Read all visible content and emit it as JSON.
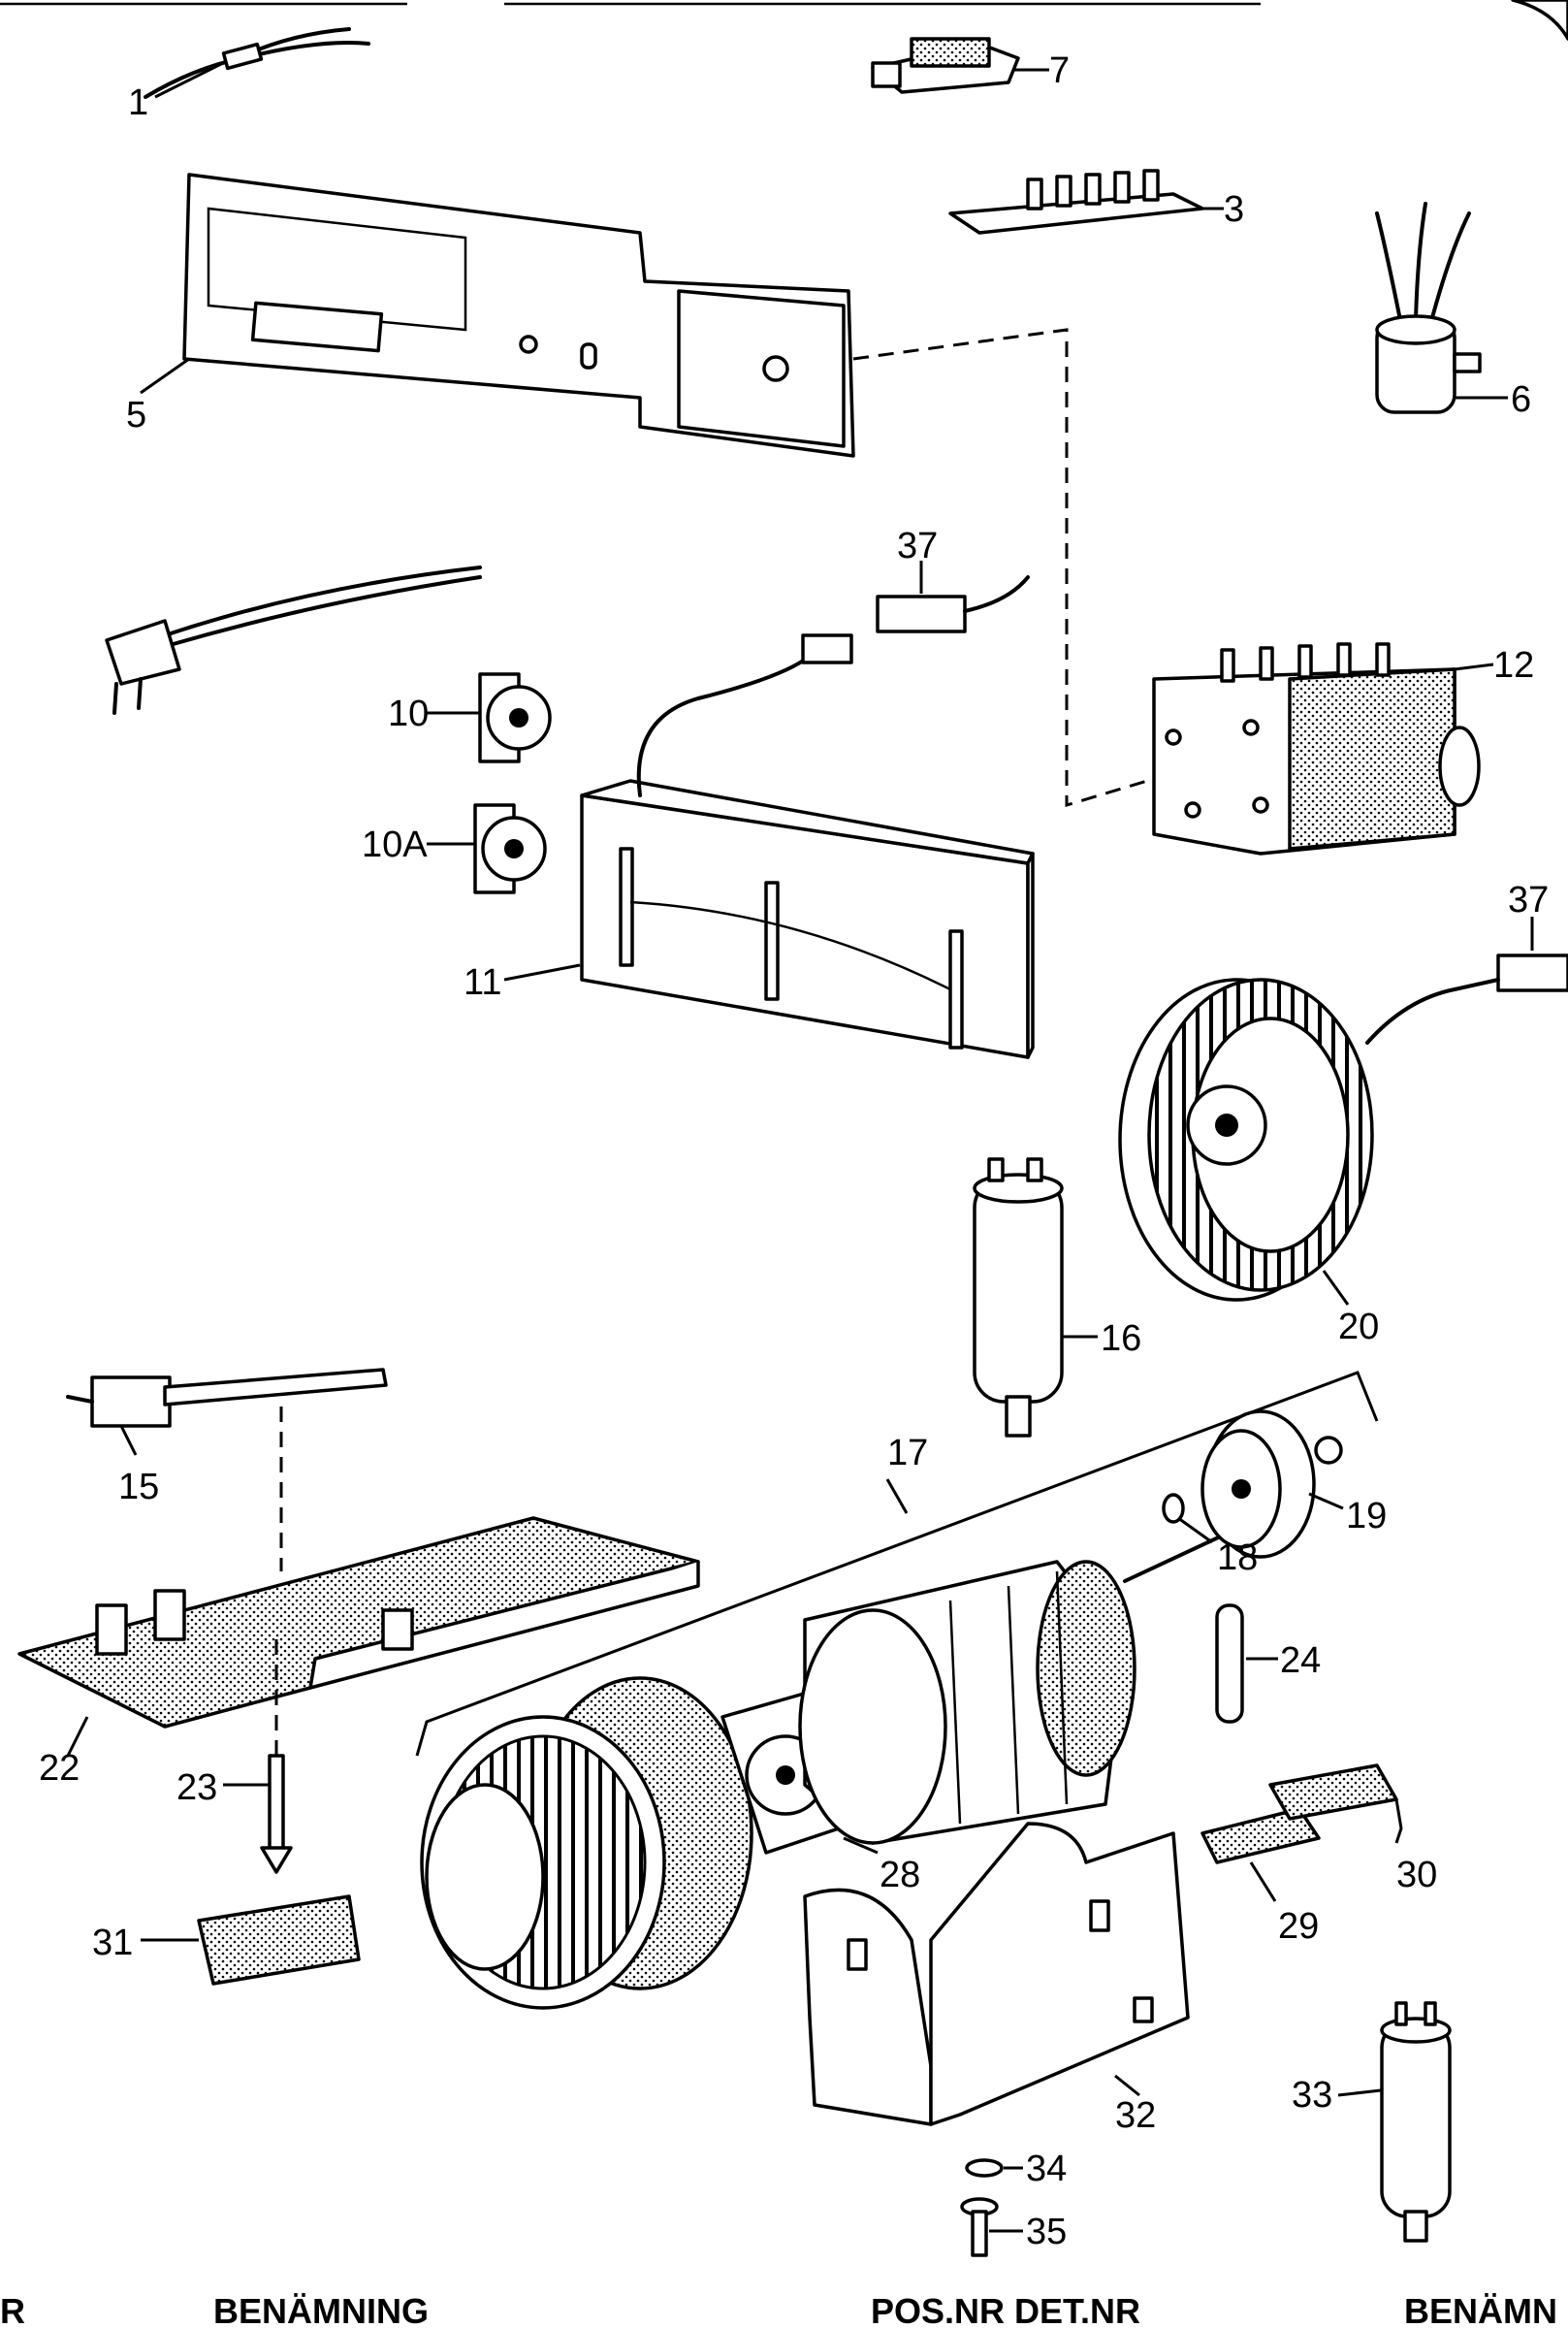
{
  "labels": {
    "p1": "1",
    "p3": "3",
    "p5": "5",
    "p6": "6",
    "p7": "7",
    "p10": "10",
    "p10a": "10A",
    "p11": "11",
    "p12": "12",
    "p15": "15",
    "p16": "16",
    "p17": "17",
    "p18": "18",
    "p19": "19",
    "p20": "20",
    "p22": "22",
    "p23": "23",
    "p24": "24",
    "p28": "28",
    "p29": "29",
    "p30": "30",
    "p31": "31",
    "p32": "32",
    "p33": "33",
    "p34": "34",
    "p35": "35",
    "p37a": "37",
    "p37b": "37"
  },
  "footer": {
    "col1": "R",
    "col2": "BENÄMNING",
    "col3": "POS.NR DET.NR",
    "col4": "BENÄMN"
  },
  "colors": {
    "ink": "#000000",
    "paper": "#ffffff"
  }
}
